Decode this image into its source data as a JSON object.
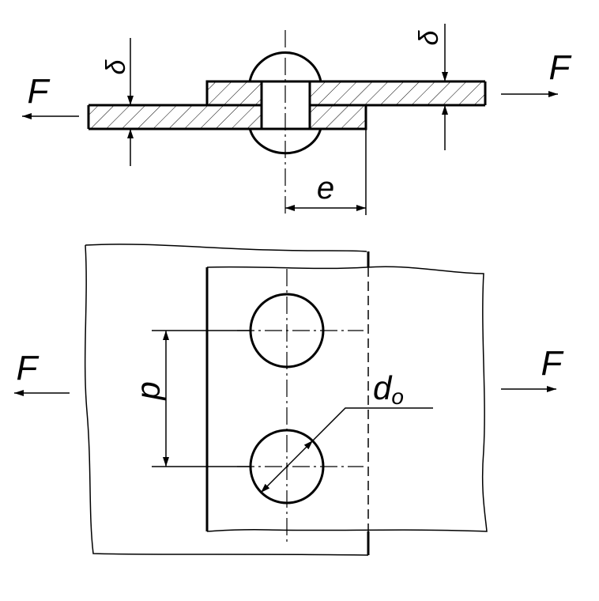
{
  "labels": {
    "force_left_top": "F",
    "force_right_top": "F",
    "thickness_left": "δ",
    "thickness_right": "δ",
    "edge_distance": "e",
    "force_left_bottom": "F",
    "force_right_bottom": "F",
    "pitch": "p",
    "hole_diameter": "d",
    "hole_diameter_subscript": "o"
  },
  "colors": {
    "line": "#000000",
    "background": "#ffffff"
  }
}
